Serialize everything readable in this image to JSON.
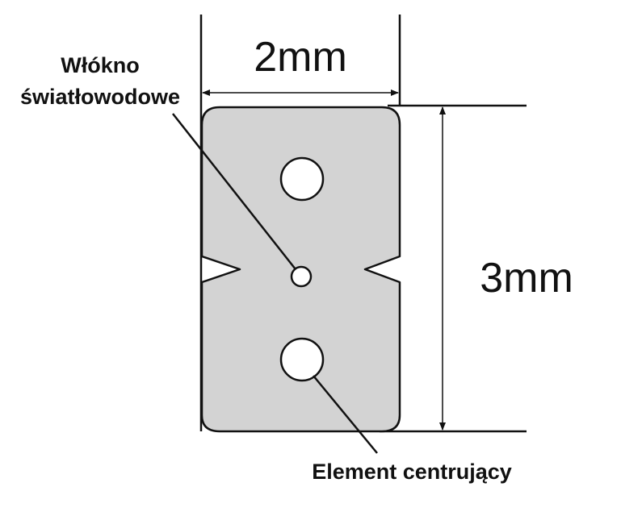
{
  "labels": {
    "width_dimension": "2mm",
    "height_dimension": "3mm",
    "fiber_label_line1": "Włókno",
    "fiber_label_line2": "światłowodowe",
    "strength_member_label": "Element centrujący"
  },
  "colors": {
    "cable_fill": "#d3d3d3",
    "outline": "#111111",
    "hole_fill": "#ffffff"
  }
}
